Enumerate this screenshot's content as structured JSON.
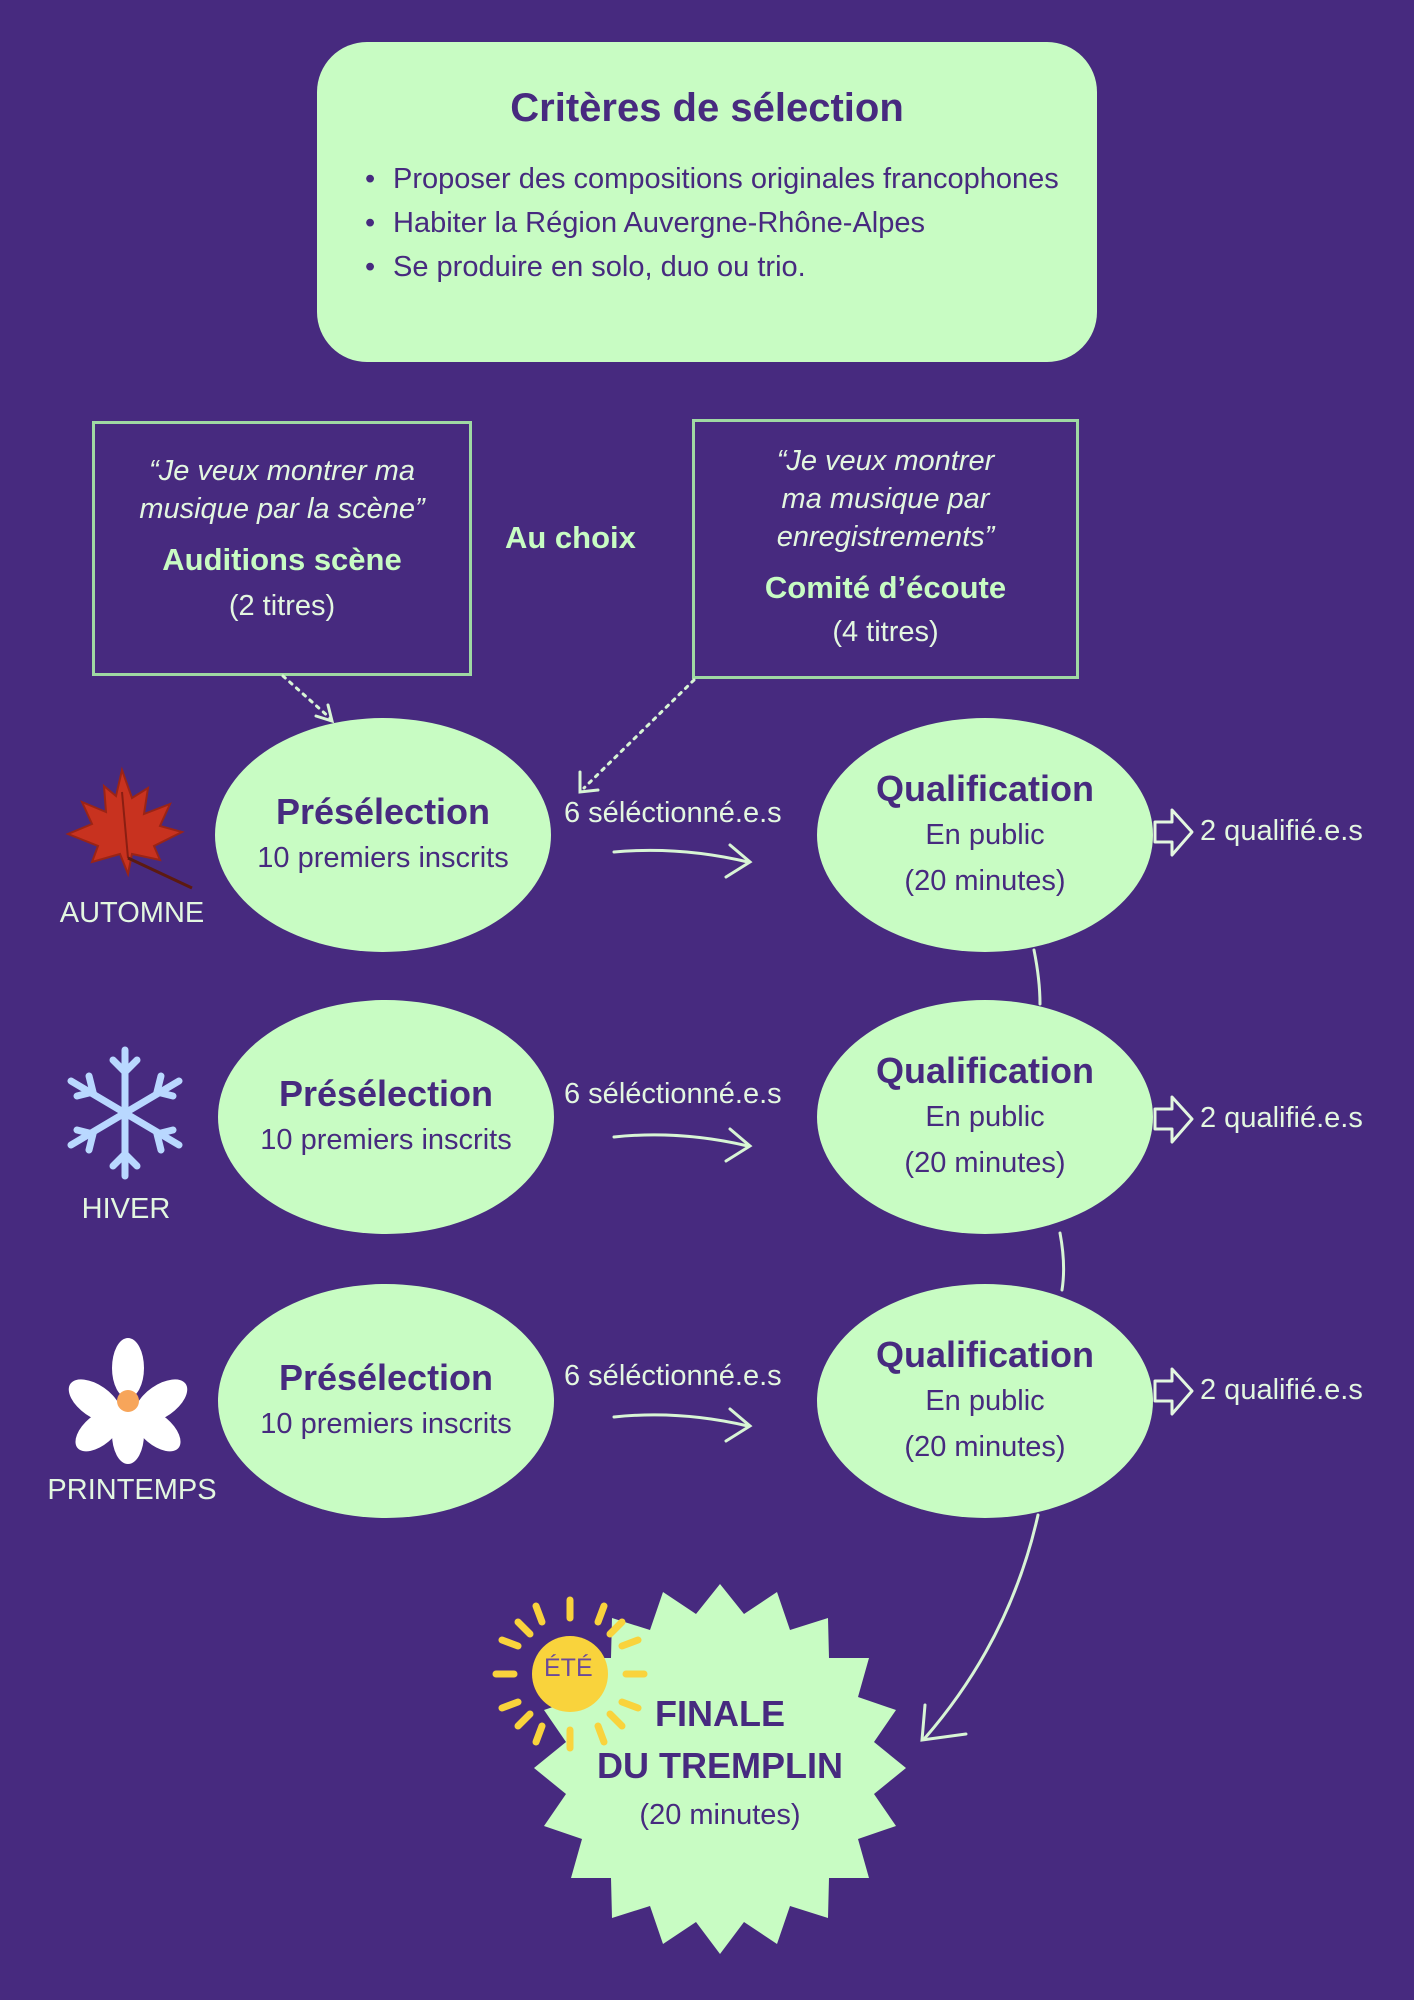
{
  "criteria": {
    "title": "Critères de sélection",
    "items": [
      "Proposer des compositions originales francophones",
      "Habiter la Région Auvergne-Rhône-Alpes",
      "Se produire en solo, duo ou trio."
    ]
  },
  "choice_left": {
    "quote_line1": "“Je veux montrer ma",
    "quote_line2": "musique par la scène”",
    "title": "Auditions scène",
    "sub": "(2 titres)"
  },
  "choice_right": {
    "quote_line1": "“Je veux montrer",
    "quote_line2": "ma musique par",
    "quote_line3": "enregistrements”",
    "title": "Comité d’écoute",
    "sub": "(4 titres)"
  },
  "au_choix": "Au choix",
  "rows": [
    {
      "season": "AUTOMNE",
      "season_icon": "maple-leaf-icon",
      "preselection_title": "Présélection",
      "preselection_sub": "10 premiers inscrits",
      "selected_label": "6 séléctionné.e.s",
      "qualification_title": "Qualification",
      "qualification_line1": "En public",
      "qualification_line2": "(20 minutes)",
      "qualified_label": "2 qualifié.e.s"
    },
    {
      "season": "HIVER",
      "season_icon": "snowflake-icon",
      "preselection_title": "Présélection",
      "preselection_sub": "10 premiers inscrits",
      "selected_label": "6 séléctionné.e.s",
      "qualification_title": "Qualification",
      "qualification_line1": "En public",
      "qualification_line2": "(20 minutes)",
      "qualified_label": "2 qualifié.e.s"
    },
    {
      "season": "PRINTEMPS",
      "season_icon": "flower-icon",
      "preselection_title": "Présélection",
      "preselection_sub": "10 premiers inscrits",
      "selected_label": "6 séléctionné.e.s",
      "qualification_title": "Qualification",
      "qualification_line1": "En public",
      "qualification_line2": "(20 minutes)",
      "qualified_label": "2 qualifié.e.s"
    }
  ],
  "finale": {
    "season": "ÉTÉ",
    "season_icon": "sun-icon",
    "title_line1": "FINALE",
    "title_line2": "DU TREMPLIN",
    "sub": "(20 minutes)"
  },
  "colors": {
    "background": "#472a7f",
    "light_green": "#c8fcc3",
    "outline_green": "#9fd9a3",
    "leaf_red": "#c8321f",
    "snow_blue": "#b9d8ff",
    "sun_yellow": "#f9d33c"
  }
}
